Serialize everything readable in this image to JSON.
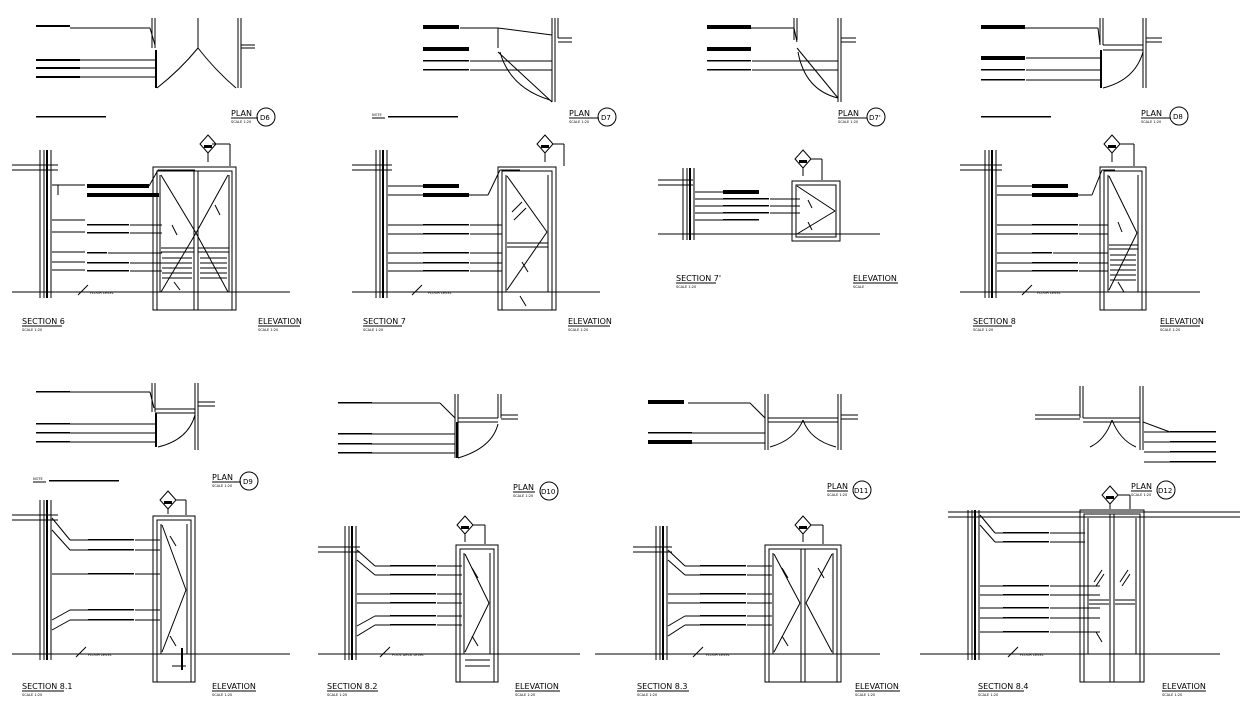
{
  "row1": [
    {
      "plan_title": "PLAN",
      "tag": "D6",
      "section_title": "SECTION 6",
      "elevation_title": "ELEVATION"
    },
    {
      "plan_title": "PLAN",
      "tag": "D7",
      "section_title": "SECTION 7",
      "elevation_title": "ELEVATION"
    },
    {
      "plan_title": "PLAN",
      "tag": "D7'",
      "section_title": "SECTION 7'",
      "elevation_title": "ELEVATION"
    },
    {
      "plan_title": "PLAN",
      "tag": "D8",
      "section_title": "SECTION 8",
      "elevation_title": "ELEVATION"
    }
  ],
  "row2": [
    {
      "plan_title": "PLAN",
      "tag": "D9",
      "section_title": "SECTION 8.1",
      "elevation_title": "ELEVATION"
    },
    {
      "plan_title": "PLAN",
      "tag": "D10",
      "section_title": "SECTION 8.2",
      "elevation_title": "ELEVATION"
    },
    {
      "plan_title": "PLAN",
      "tag": "D11",
      "section_title": "SECTION 8.3",
      "elevation_title": "ELEVATION"
    },
    {
      "plan_title": "PLAN",
      "tag": "D12",
      "section_title": "SECTION 8.4",
      "elevation_title": "ELEVATION"
    }
  ],
  "labels": {
    "floor_level": "FLOOR LEVEL",
    "pool_deck_level": "POOL DECK LEVEL",
    "note": "NOTE"
  }
}
